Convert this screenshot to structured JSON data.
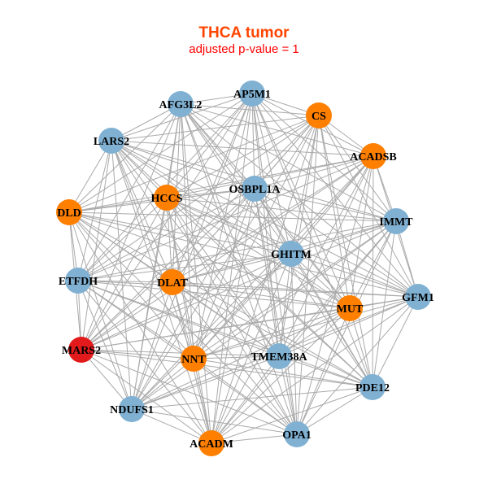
{
  "title": "THCA tumor",
  "subtitle": "adjusted p-value = 1",
  "colors": {
    "title": "#FF4500",
    "subtitle": "#FF0000",
    "blue": "#80B1D3",
    "orange": "#FF7F00",
    "red": "#E31A1C",
    "edge": "#AAAAAA"
  },
  "nodes": [
    {
      "id": "AP5M1",
      "group": "blue"
    },
    {
      "id": "AFG3L2",
      "group": "blue"
    },
    {
      "id": "CS",
      "group": "orange"
    },
    {
      "id": "LARS2",
      "group": "blue"
    },
    {
      "id": "ACADSB",
      "group": "orange"
    },
    {
      "id": "OSBPL1A",
      "group": "blue"
    },
    {
      "id": "HCCS",
      "group": "orange"
    },
    {
      "id": "DLD",
      "group": "orange"
    },
    {
      "id": "IMMT",
      "group": "blue"
    },
    {
      "id": "GHITM",
      "group": "blue"
    },
    {
      "id": "ETFDH",
      "group": "blue"
    },
    {
      "id": "DLAT",
      "group": "orange"
    },
    {
      "id": "GFM1",
      "group": "blue"
    },
    {
      "id": "MUT",
      "group": "orange"
    },
    {
      "id": "MARS2",
      "group": "red"
    },
    {
      "id": "NNT",
      "group": "orange"
    },
    {
      "id": "TMEM38A",
      "group": "blue"
    },
    {
      "id": "PDE12",
      "group": "blue"
    },
    {
      "id": "NDUFS1",
      "group": "blue"
    },
    {
      "id": "OPA1",
      "group": "blue"
    },
    {
      "id": "ACADM",
      "group": "orange"
    }
  ],
  "edges": "all-pairs"
}
